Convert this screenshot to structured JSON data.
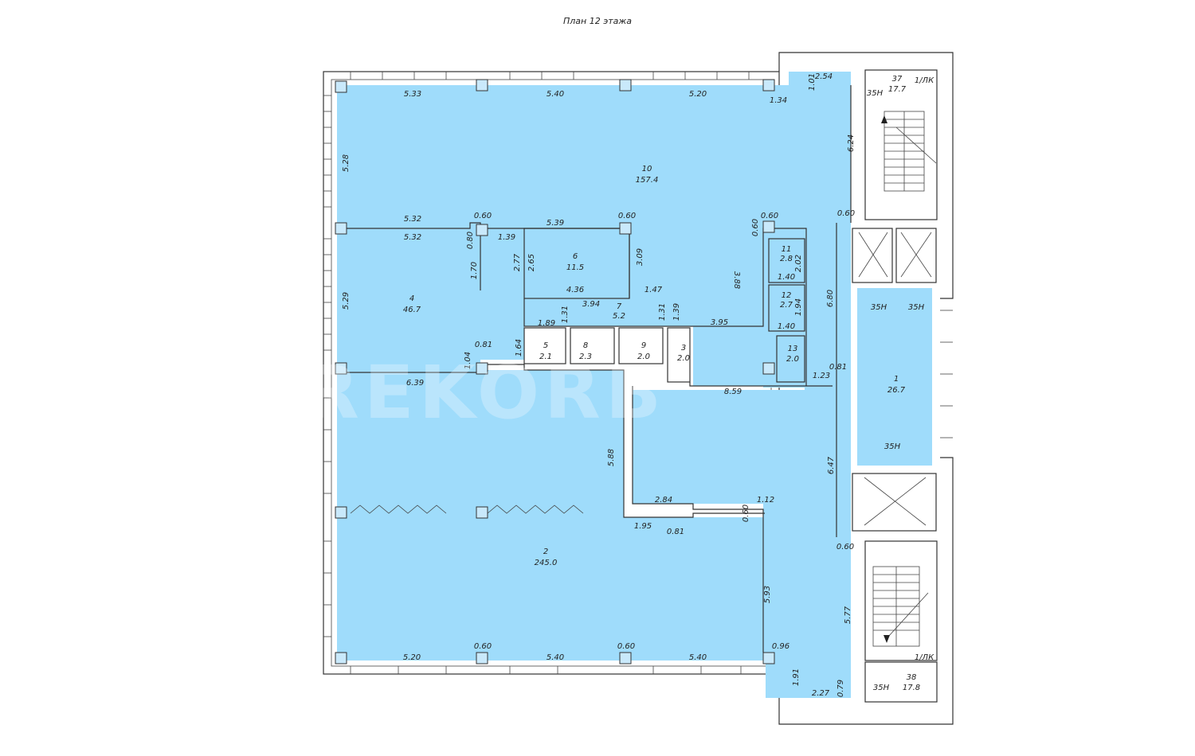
{
  "title": "План 12 этажа",
  "watermark": "REKORB",
  "colors": {
    "room_fill": "#9fdcfb",
    "wall": "#333333"
  },
  "rooms": [
    {
      "id": "1",
      "number": "1",
      "area": "26.7"
    },
    {
      "id": "2",
      "number": "2",
      "area": "245.0"
    },
    {
      "id": "3",
      "number": "3",
      "area": "2.0"
    },
    {
      "id": "4",
      "number": "4",
      "area": "46.7"
    },
    {
      "id": "5",
      "number": "5",
      "area": "2.1"
    },
    {
      "id": "6",
      "number": "6",
      "area": "11.5"
    },
    {
      "id": "7",
      "number": "7",
      "area": "5.2"
    },
    {
      "id": "8",
      "number": "8",
      "area": "2.3"
    },
    {
      "id": "9",
      "number": "9",
      "area": "2.0"
    },
    {
      "id": "10",
      "number": "10",
      "area": "157.4"
    },
    {
      "id": "11",
      "number": "11",
      "area": "2.8"
    },
    {
      "id": "12",
      "number": "12",
      "area": "2.7"
    },
    {
      "id": "13",
      "number": "13",
      "area": "2.0"
    },
    {
      "id": "37",
      "number": "37",
      "area": "17.7"
    },
    {
      "id": "38",
      "number": "38",
      "area": "17.8"
    }
  ],
  "labels": {
    "fire_35n": "35Н",
    "fire_1lk": "1/ЛК"
  },
  "dimensions": {
    "top_a": "5.33",
    "top_b": "5.40",
    "top_c": "5.20",
    "top_d": "1.34",
    "top_e": "1.01",
    "top_f": "2.54",
    "left_top": "5.28",
    "left_mid": "5.29",
    "right_top": "6.24",
    "h1a": "5.32",
    "h1b": "5.32",
    "h1c": "0.60",
    "h1d": "5.39",
    "h1e": "0.60",
    "h1f": "0.60",
    "h1g": "0.60",
    "v_080": "0.80",
    "v_170": "1.70",
    "v_139a": "1.39",
    "v_277": "2.77",
    "v_265": "2.65",
    "v_309": "3.09",
    "h_436": "4.36",
    "h_147": "1.47",
    "h_394": "3.94",
    "v_131a": "1.31",
    "v_131b": "1.31",
    "v_139b": "1.39",
    "h_395": "3.95",
    "v_388": "3.88",
    "h_189": "1.89",
    "v_164": "1.64",
    "h_081a": "0.81",
    "v_104": "1.04",
    "h_639": "6.39",
    "h_859": "8.59",
    "h_123": "1.23",
    "v_680": "6.80",
    "h_081b": "0.81",
    "w11_a": "2.02",
    "w11_b": "1.40",
    "w12_a": "1.94",
    "w12_b": "1.40",
    "v_588": "5.88",
    "v_647": "6.47",
    "h_284": "2.84",
    "h_112": "1.12",
    "h_195": "1.95",
    "h_081c": "0.81",
    "v_060": "0.60",
    "h_060r": "0.60",
    "v_593": "5.93",
    "v_577": "5.77",
    "bot_a": "5.20",
    "bot_b": "0.60",
    "bot_c": "5.40",
    "bot_d": "0.60",
    "bot_e": "5.40",
    "bot_f": "0.96",
    "v_191": "1.91",
    "h_227": "2.27",
    "v_079": "0.79"
  }
}
